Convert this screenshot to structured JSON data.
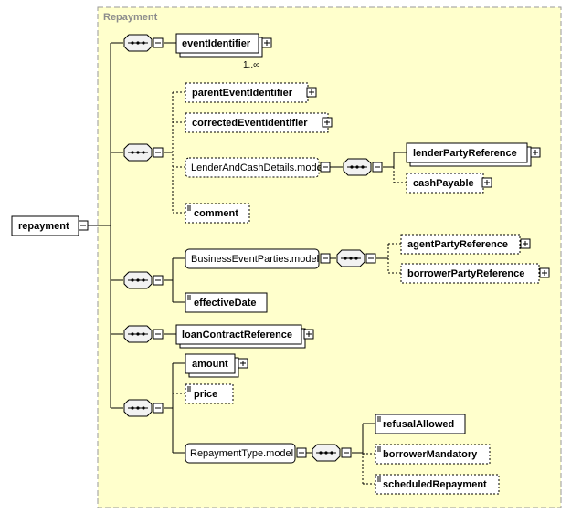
{
  "group_title": "Repayment",
  "root": "repayment",
  "occurrence": "1..∞",
  "elements": {
    "eventIdentifier": "eventIdentifier",
    "parentEventIdentifier": "parentEventIdentifier",
    "correctedEventIdentifier": "correctedEventIdentifier",
    "lenderAndCashDetails": "LenderAndCashDetails.model",
    "lenderPartyReference": "lenderPartyReference",
    "cashPayable": "cashPayable",
    "comment": "comment",
    "businessEventParties": "BusinessEventParties.model",
    "agentPartyReference": "agentPartyReference",
    "borrowerPartyReference": "borrowerPartyReference",
    "effectiveDate": "effectiveDate",
    "loanContractReference": "loanContractReference",
    "amount": "amount",
    "price": "price",
    "repaymentType": "RepaymentType.model",
    "refusalAllowed": "refusalAllowed",
    "borrowerMandatory": "borrowerMandatory",
    "scheduledRepayment": "scheduledRepayment"
  },
  "colors": {
    "group_fill": "#ffffcc",
    "group_border": "#9a9a9a",
    "box_fill": "#ffffff",
    "compositor_fill": "#f2f2f2",
    "line": "#000000"
  }
}
